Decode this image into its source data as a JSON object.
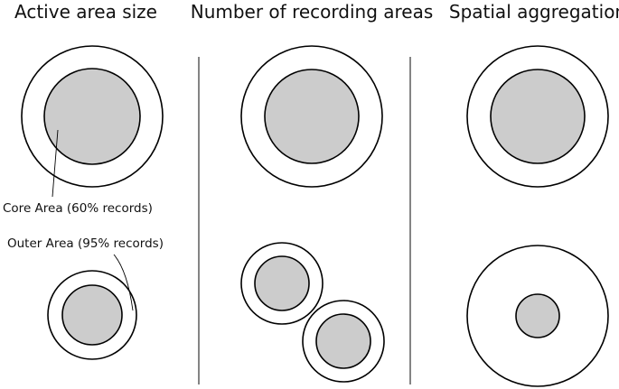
{
  "panels": [
    {
      "id": "active-area-size",
      "title": "Active area size"
    },
    {
      "id": "number-of-recording-areas",
      "title": "Number of recording areas"
    },
    {
      "id": "spatial-aggregation",
      "title": "Spatial aggregation"
    }
  ],
  "labels": {
    "core_area": "Core Area (60% records)",
    "outer_area": "Outer Area (95% records)"
  },
  "colors": {
    "core_fill": "#cccccc",
    "outer_fill": "#ffffff",
    "stroke": "#000000",
    "divider": "#333333"
  }
}
